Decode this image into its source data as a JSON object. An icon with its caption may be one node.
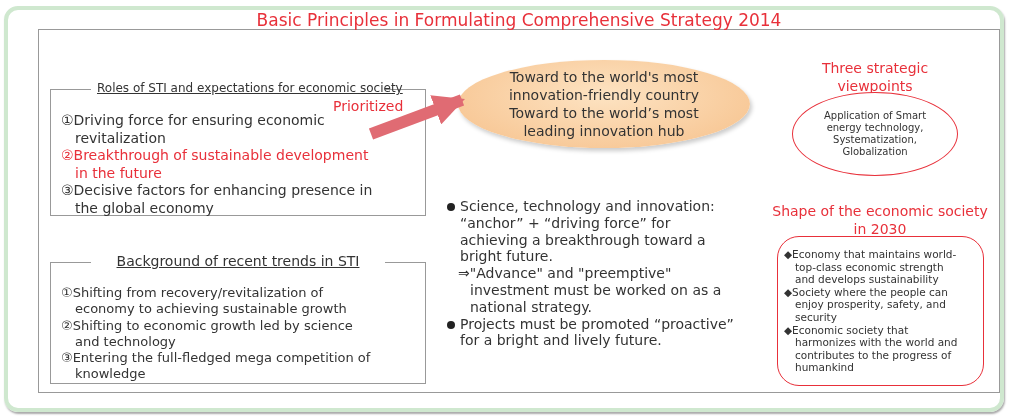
{
  "diagram": {
    "title": "Basic Principles in Formulating Comprehensive Strategy 2014",
    "nodes": [
      {
        "text": [
          "Roles of STI and expectations for economic society",
          "①Driving force for ensuring economic revitalization",
          "②Breakthrough of sustainable development in the future",
          "③Decisive factors for enhancing presence in the global economy"
        ]
      },
      {
        "text": [
          "Toward to the world's most innovation-friendly country",
          "Toward to the world’s most leading innovation hub"
        ]
      },
      {
        "text": [
          "Background of recent trends in STI",
          "①Shifting from recovery/revitalization of economy to achieving sustainable growth",
          "②Shifting to economic growth led by science and technology",
          "③Entering the full-fledged mega competition of knowledge"
        ]
      },
      {
        "text": [
          "Three strategic viewpoints",
          "Application of Smart energy technology, Systematization, Globalization"
        ]
      },
      {
        "text": [
          "Shape of the economic society in 2030",
          "◆Economy that maintains world-top-class economic strength and develops sustainability",
          "◆Society where the people can enjoy prosperity, safety, and security",
          "◆Economic society that harmonizes with the world and contributes to the progress of humankind"
        ]
      }
    ],
    "edges": [
      {
        "from": 0,
        "to": 1,
        "arrow": "to",
        "label": "Prioritized"
      }
    ],
    "labels": [
      "Science, technology and innovation: “anchor” + “driving force” for achieving a breakthrough toward a bright future.",
      "⇒\"Advance\" and \"preemptive\" investment must be worked on as a national strategy.",
      "Projects must be promoted “proactive” for a bright and lively future."
    ]
  }
}
